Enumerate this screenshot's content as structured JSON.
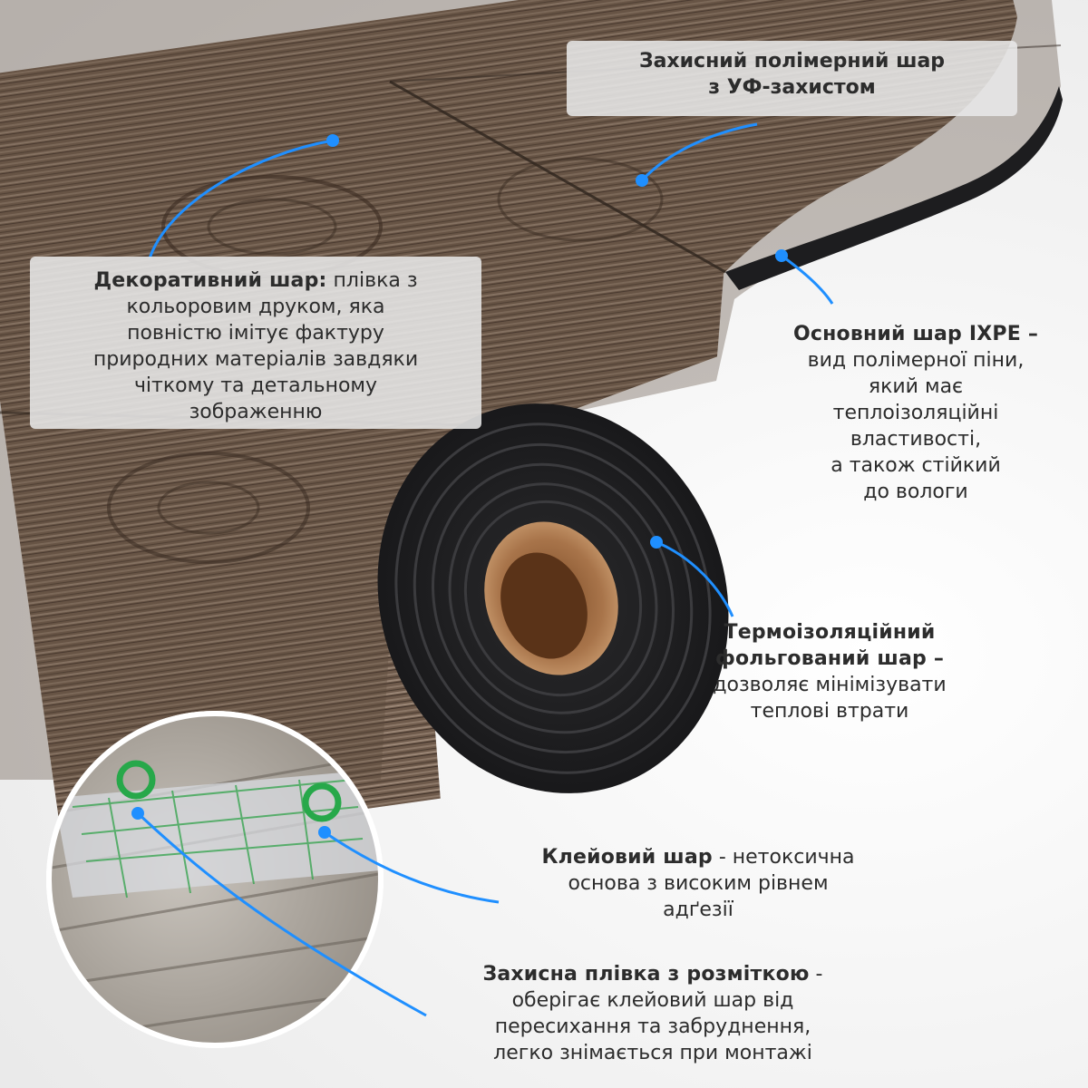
{
  "colors": {
    "accent": "#1f8fff",
    "text": "#2c2c2c",
    "label_box": "#e8e8e8"
  },
  "callouts": {
    "protective": {
      "line1": "Захисний полімерний шар",
      "line2": "з УФ-захистом"
    },
    "decorative": {
      "title": "Декоративний шар:",
      "line1_rest": " плівка з",
      "line2": "кольоровим друком, яка",
      "line3": "повністю імітує фактуру",
      "line4": "природних матеріалів завдяки",
      "line5": "чіткому та детальному",
      "line6": "зображенню"
    },
    "base": {
      "title": "Основний шар IXPE –",
      "line1": "вид полімерної піни,",
      "line2": "який має",
      "line3": "теплоізоляційні",
      "line4": "властивості,",
      "line5": "а також стійкий",
      "line6": "до вологи"
    },
    "thermo": {
      "title1": "Термоізоляційний",
      "title2": "фольгований шар –",
      "line1": "дозволяє мінімізувати",
      "line2": "теплові втрати"
    },
    "adhesive": {
      "title": "Клейовий шар",
      "line1_rest": " - нетоксична",
      "line2": "основа з високим рівнем",
      "line3": "адґезії"
    },
    "film": {
      "title": "Захисна плівка з розміткою",
      "line1_rest": " -",
      "line2": "оберігає клейовий шар від",
      "line3": "пересихання та забруднення,",
      "line4": "легко знімається при монтажі"
    }
  }
}
